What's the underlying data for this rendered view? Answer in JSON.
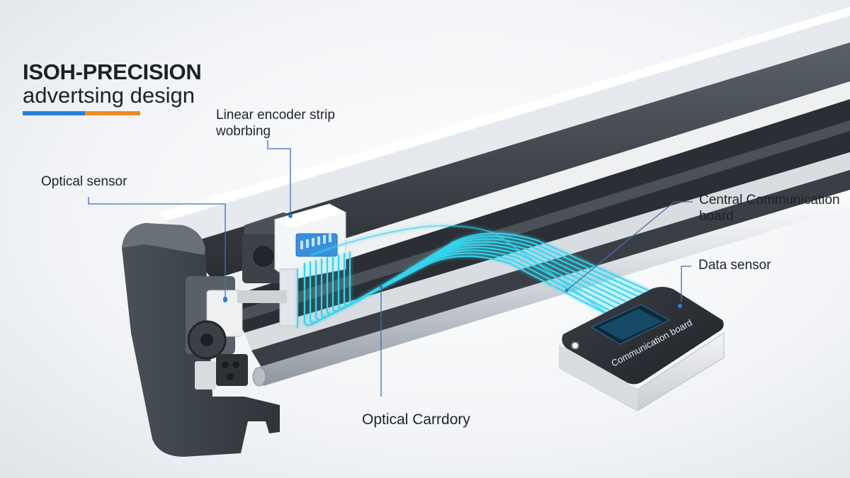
{
  "colors": {
    "accent_blue": "#2a7fd4",
    "accent_orange": "#ef8b22",
    "signal_cyan": "#35d4ee",
    "leader_blue": "#3f6fb0"
  },
  "title": {
    "line1": "ISOH-PRECISION",
    "line2": "advertsing design"
  },
  "callouts": {
    "encoder_line1": "Linear encoder strip",
    "encoder_line2": "wobrbing",
    "optical_sensor": "Optical sensor",
    "central_line1": "Central Communication",
    "central_line2": "board",
    "data_sensor": "Data sensor",
    "optical_carrdory": "Optical Carrdory"
  },
  "board": {
    "label": "Communication board"
  }
}
